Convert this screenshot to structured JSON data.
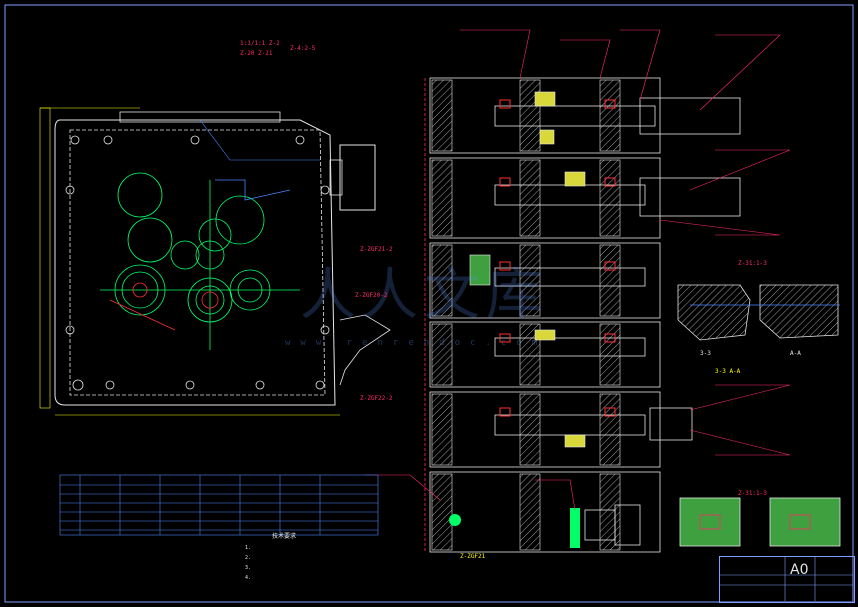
{
  "sheet": {
    "size": "A0",
    "watermark": "人人文库",
    "watermark_url": "www.renrendoc.com"
  },
  "labels": {
    "gear_top_1": "1:1/1:1 Z-2",
    "gear_top_2": "Z-20 Z-21",
    "gear_top_3": "Z-4:2-5",
    "left_tag_1": "Z-ZGF21-2",
    "left_tag_2": "Z-ZGF20-2",
    "left_tag_3": "Z-ZGF22-2",
    "right_tag_1": "Z-31:1-3",
    "right_tag_2": "Z-31:1-3",
    "section_label_1": "3-3",
    "section_label_2": "A-A",
    "section_caption": "3-3 A-A",
    "bottom_detail_caption": "Z-ZGF21",
    "tech_title": "技术要求",
    "a0": "A0"
  },
  "tech_notes": [
    "1.",
    "2.",
    "3.",
    "4."
  ],
  "icon_names": [
    "gear-circle-icon",
    "bearing-hatch-icon",
    "shaft-icon"
  ],
  "colors": {
    "background": "#000000",
    "outline": "#e6e6e6",
    "dimension": "#ff2a6a",
    "centerline": "#00ff66",
    "hidden": "#4a86ff",
    "highlight": "#ff3030",
    "fill_green": "#3ea03e",
    "fill_yellow": "#d8d83a"
  }
}
